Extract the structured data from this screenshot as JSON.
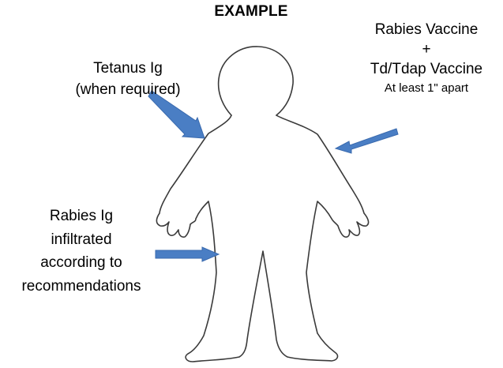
{
  "title": "EXAMPLE",
  "labels": {
    "tetanus_line1": "Tetanus Ig",
    "tetanus_line2": "(when required)",
    "vaccine_line1": "Rabies Vaccine",
    "vaccine_plus": "+",
    "vaccine_line2": "Td/Tdap Vaccine",
    "vaccine_note": "At least 1\" apart",
    "rabies_ig_line1": "Rabies Ig",
    "rabies_ig_line2": "infiltrated",
    "rabies_ig_line3": "according to",
    "rabies_ig_line4": "recommendations"
  },
  "colors": {
    "arrow": "#4a7ec4",
    "arrow_edge": "#3a6aae",
    "outline": "#3a3a3a"
  }
}
